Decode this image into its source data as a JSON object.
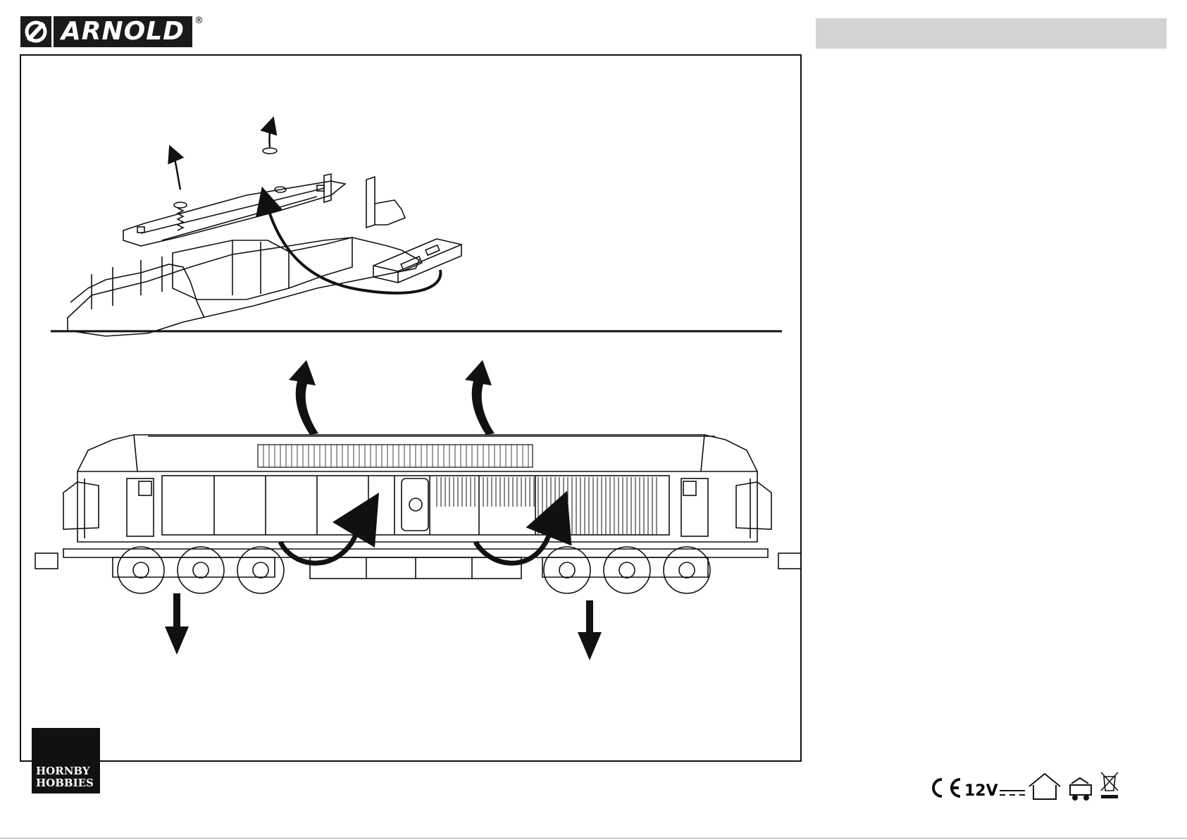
{
  "brand": {
    "logo_text": "ARNOLD",
    "registered_mark": "®"
  },
  "footer": {
    "publisher_line1": "HORNBY",
    "publisher_line2": "HOBBIES",
    "voltage_label": "12V",
    "icons": [
      "ce-mark-icon",
      "dc-current-icon",
      "indoor-use-icon",
      "toy-train-icon",
      "weee-bin-icon"
    ]
  },
  "colors": {
    "ink": "#111111",
    "header_bar": "#d3d3d3",
    "paper": "#ffffff"
  }
}
